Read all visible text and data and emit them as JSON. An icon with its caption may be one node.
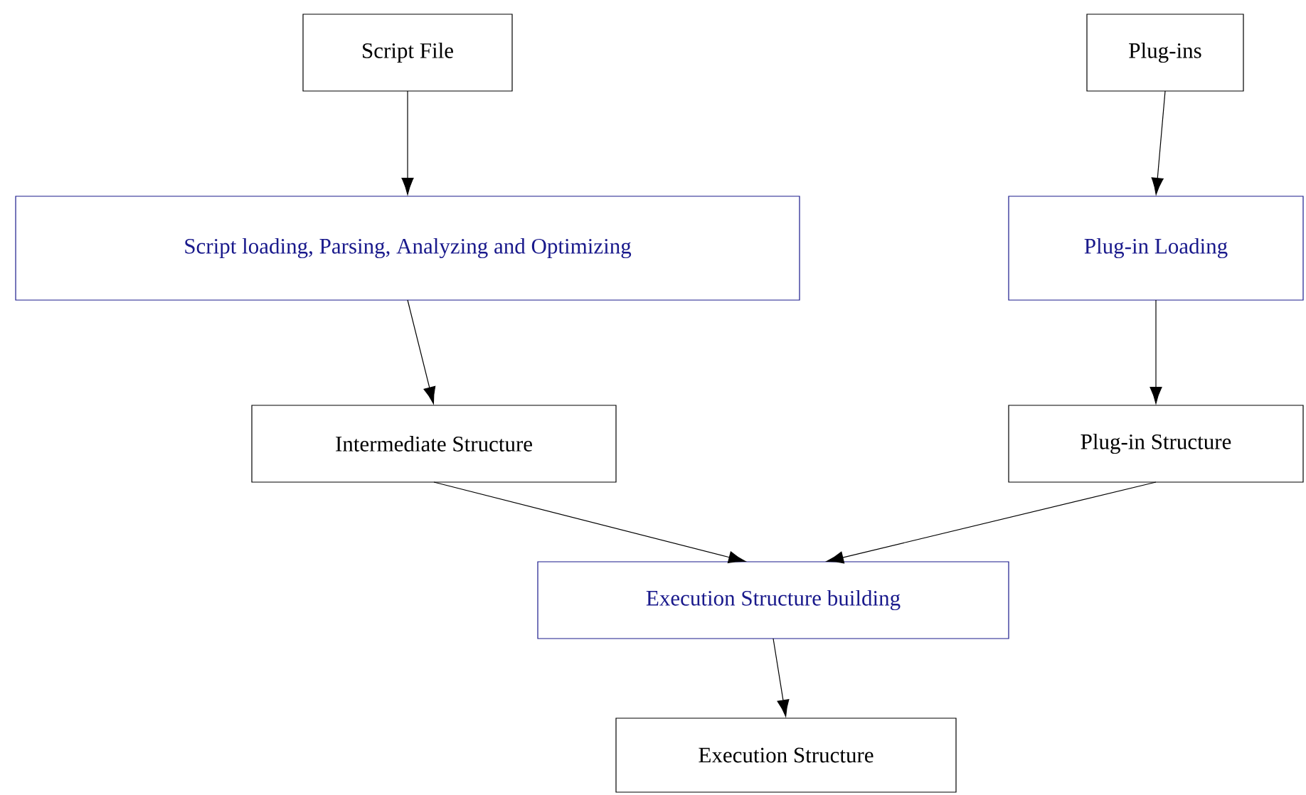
{
  "diagram": {
    "nodes": [
      {
        "text": [
          "Script File"
        ]
      },
      {
        "text": [
          "Plug-ins"
        ]
      },
      {
        "text": [
          "Script loading, Parsing, Analyzing and Optimizing"
        ]
      },
      {
        "text": [
          "Plug-in Loading"
        ]
      },
      {
        "text": [
          "Intermediate Structure"
        ]
      },
      {
        "text": [
          "Plug-in Structure"
        ]
      },
      {
        "text": [
          "Execution Structure building"
        ]
      },
      {
        "text": [
          "Execution Structure"
        ]
      }
    ],
    "edges": [
      {
        "from": 0,
        "to": 2,
        "arrow": "to"
      },
      {
        "from": 2,
        "to": 4,
        "arrow": "to"
      },
      {
        "from": 1,
        "to": 3,
        "arrow": "to"
      },
      {
        "from": 3,
        "to": 5,
        "arrow": "to"
      },
      {
        "from": 4,
        "to": 6,
        "arrow": "to"
      },
      {
        "from": 5,
        "to": 6,
        "arrow": "to"
      },
      {
        "from": 6,
        "to": 7,
        "arrow": "to"
      }
    ]
  }
}
